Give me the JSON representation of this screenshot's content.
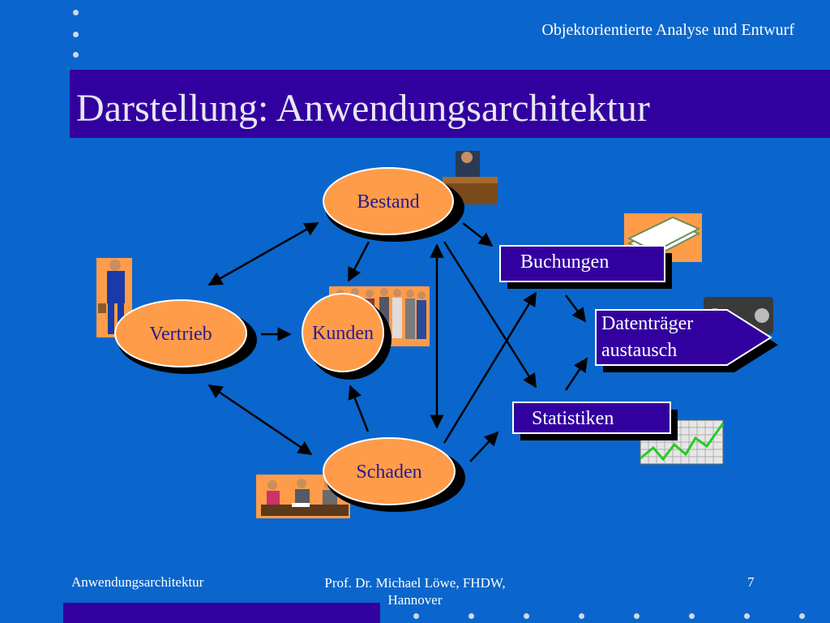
{
  "slide": {
    "header": "Objektorientierte Analyse und Entwurf",
    "title": "Darstellung: Anwendungsarchitektur"
  },
  "nodes": {
    "bestand": "Bestand",
    "vertrieb": "Vertrieb",
    "kunden": "Kunden",
    "schaden": "Schaden"
  },
  "outputs": {
    "buchungen": "Buchungen",
    "statistiken": "Statistiken",
    "datentraeger_line1": "Datenträger",
    "datentraeger_line2": "austausch"
  },
  "footer": {
    "left": "Anwendungsarchitektur",
    "center_line1": "Prof. Dr. Michael Löwe, FHDW,",
    "center_line2": "Hannover",
    "page": "7"
  },
  "colors": {
    "background": "#0A66CC",
    "title_bar": "#3300A0",
    "node_fill": "#FF9C4A",
    "box_fill": "#3300A0"
  }
}
